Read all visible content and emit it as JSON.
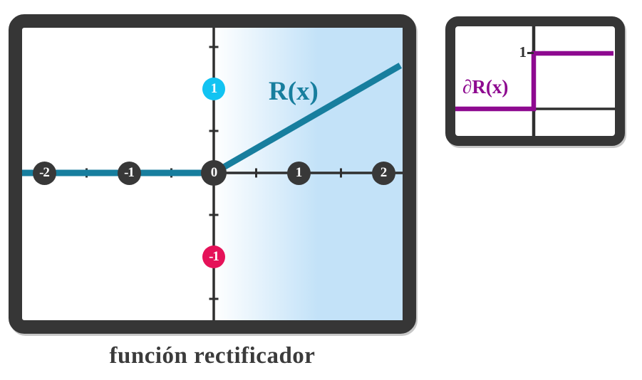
{
  "left_panel": {
    "caption": "función rectificador",
    "curve_label": "R(x)",
    "x_tick_labels": [
      "-2",
      "-1",
      "0",
      "1",
      "2"
    ],
    "x_tick_values": [
      -2,
      -1,
      0,
      1,
      2
    ],
    "y_tick_badges": [
      {
        "label": "1",
        "value": 1,
        "color": "#12c3f2"
      },
      {
        "label": "-1",
        "value": -1,
        "color": "#e51259"
      }
    ]
  },
  "right_panel": {
    "curve_label": "∂R(x)",
    "y_tick_label": "1"
  },
  "colors": {
    "frame": "#363636",
    "axis": "#2f2f2f",
    "relu_line": "#177e9e",
    "derivative_line": "#8e0a90",
    "positive_region_fill": "#c3e2f8",
    "badge_dark": "#383838",
    "caption_text": "#3b3b3b"
  },
  "chart_data": [
    {
      "type": "line",
      "title": "función rectificador",
      "series": [
        {
          "name": "R(x)",
          "x": [
            -2.28,
            0,
            2.2
          ],
          "y": [
            0,
            0,
            1.28
          ]
        }
      ],
      "x_ticks": [
        -2,
        -1,
        0,
        1,
        2
      ],
      "labeled_y_ticks": [
        1,
        -1
      ],
      "minor_x_ticks": [
        -1.5,
        -0.5,
        0.5,
        1.5
      ],
      "minor_y_ticks": [
        -1.5,
        -0.5,
        0.5,
        1.5
      ],
      "xlim": [
        -2.28,
        2.22
      ],
      "ylim": [
        -1.74,
        1.74
      ],
      "grid": false,
      "legend": false,
      "annotations": [
        "R(x)"
      ],
      "shaded_region": "x > 0",
      "xlabel": "",
      "ylabel": ""
    },
    {
      "type": "line",
      "title": "",
      "series": [
        {
          "name": "∂R(x)",
          "x": [
            -1,
            0,
            0,
            1
          ],
          "y": [
            0,
            0,
            1,
            1
          ]
        }
      ],
      "labeled_y_ticks": [
        1
      ],
      "xlim": [
        -1,
        1
      ],
      "ylim": [
        -0.5,
        1.5
      ],
      "grid": false,
      "legend": false,
      "annotations": [
        "∂R(x)",
        "1"
      ],
      "xlabel": "",
      "ylabel": ""
    }
  ]
}
